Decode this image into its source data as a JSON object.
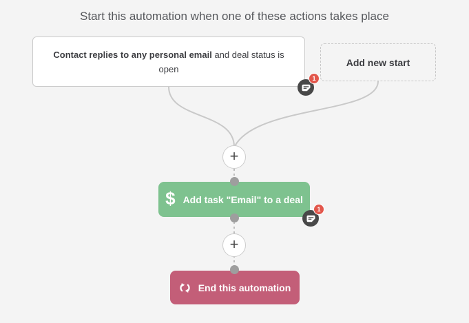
{
  "header": {
    "title": "Start this automation when one of these actions takes place"
  },
  "trigger": {
    "text_bold": "Contact replies to any personal email",
    "text_rest": " and deal status is",
    "text_line2": "open",
    "note_count": "1"
  },
  "add_new_start": {
    "label": "Add new start"
  },
  "connectors": {
    "plus_glyph": "+"
  },
  "actions": {
    "add_task": {
      "icon": "dollar-icon",
      "icon_glyph": "$",
      "label": "Add task \"Email\" to a deal",
      "note_count": "1"
    },
    "end": {
      "icon": "cycle-arrows-icon",
      "label": "End this automation"
    }
  },
  "colors": {
    "canvas-bg": "#f4f4f4",
    "node-green": "#7ec28f",
    "node-red": "#c35e78",
    "badge-dark": "#484848",
    "badge-red": "#e2564b",
    "line-gray": "#c9c9c9",
    "dot-gray": "#9e9e9e"
  }
}
